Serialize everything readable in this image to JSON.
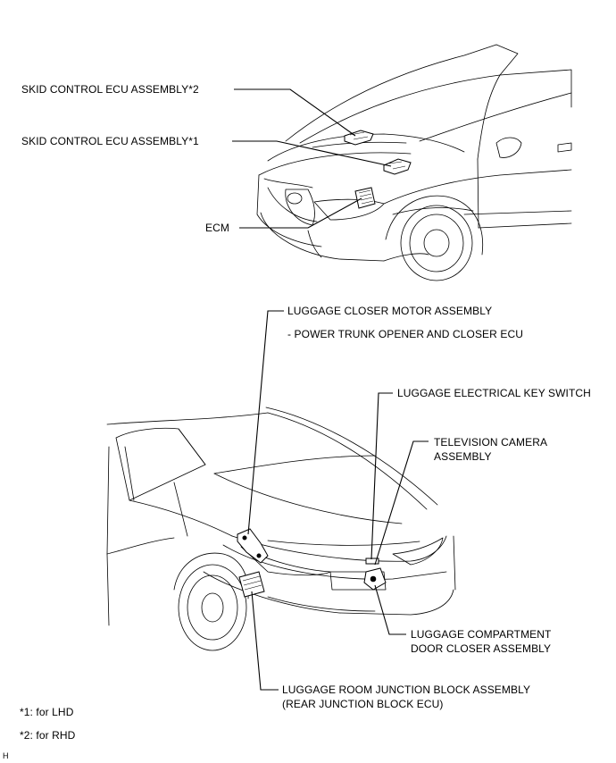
{
  "labels": {
    "skid_ecu_2": "SKID CONTROL ECU ASSEMBLY*2",
    "skid_ecu_1": "SKID CONTROL ECU ASSEMBLY*1",
    "ecm": "ECM",
    "luggage_closer_motor": "LUGGAGE CLOSER MOTOR ASSEMBLY",
    "power_trunk_ecu": "- POWER TRUNK OPENER AND CLOSER ECU",
    "luggage_key_switch": "LUGGAGE ELECTRICAL KEY SWITCH",
    "tv_camera_line1": "TELEVISION CAMERA",
    "tv_camera_line2": "ASSEMBLY",
    "door_closer_line1": "LUGGAGE COMPARTMENT",
    "door_closer_line2": "DOOR CLOSER ASSEMBLY",
    "junction_block_line1": "LUGGAGE ROOM JUNCTION BLOCK ASSEMBLY",
    "junction_block_line2": "(REAR JUNCTION BLOCK ECU)"
  },
  "notes": {
    "lhd": "*1: for LHD",
    "rhd": "*2: for RHD"
  },
  "corner_mark": "H"
}
